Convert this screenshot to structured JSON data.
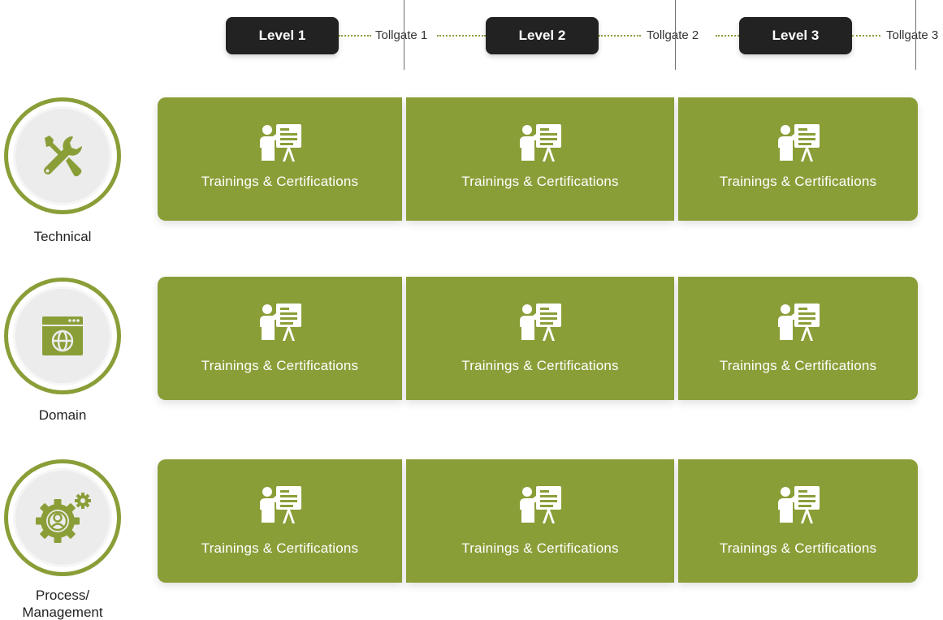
{
  "header": {
    "levels": [
      {
        "label": "Level 1"
      },
      {
        "label": "Level 2"
      },
      {
        "label": "Level 3"
      }
    ],
    "tollgates": [
      {
        "label": "Tollgate 1"
      },
      {
        "label": "Tollgate 2"
      },
      {
        "label": "Tollgate 3"
      }
    ]
  },
  "rows": [
    {
      "category": "Technical",
      "icon": "tools-icon",
      "cells": [
        {
          "label": "Trainings & Certifications",
          "icon": "presentation-icon"
        },
        {
          "label": "Trainings & Certifications",
          "icon": "presentation-icon"
        },
        {
          "label": "Trainings & Certifications",
          "icon": "presentation-icon"
        }
      ]
    },
    {
      "category": "Domain",
      "icon": "browser-globe-icon",
      "cells": [
        {
          "label": "Trainings & Certifications",
          "icon": "presentation-icon"
        },
        {
          "label": "Trainings & Certifications",
          "icon": "presentation-icon"
        },
        {
          "label": "Trainings & Certifications",
          "icon": "presentation-icon"
        }
      ]
    },
    {
      "category": "Process/\nManagement",
      "category_lines": [
        "Process/",
        "Management"
      ],
      "icon": "gear-user-icon",
      "cells": [
        {
          "label": "Trainings & Certifications",
          "icon": "presentation-icon"
        },
        {
          "label": "Trainings & Certifications",
          "icon": "presentation-icon"
        },
        {
          "label": "Trainings & Certifications",
          "icon": "presentation-icon"
        }
      ]
    }
  ],
  "colors": {
    "accent": "#8a9e38",
    "pill": "#222222",
    "circle_fill": "#ececec"
  }
}
